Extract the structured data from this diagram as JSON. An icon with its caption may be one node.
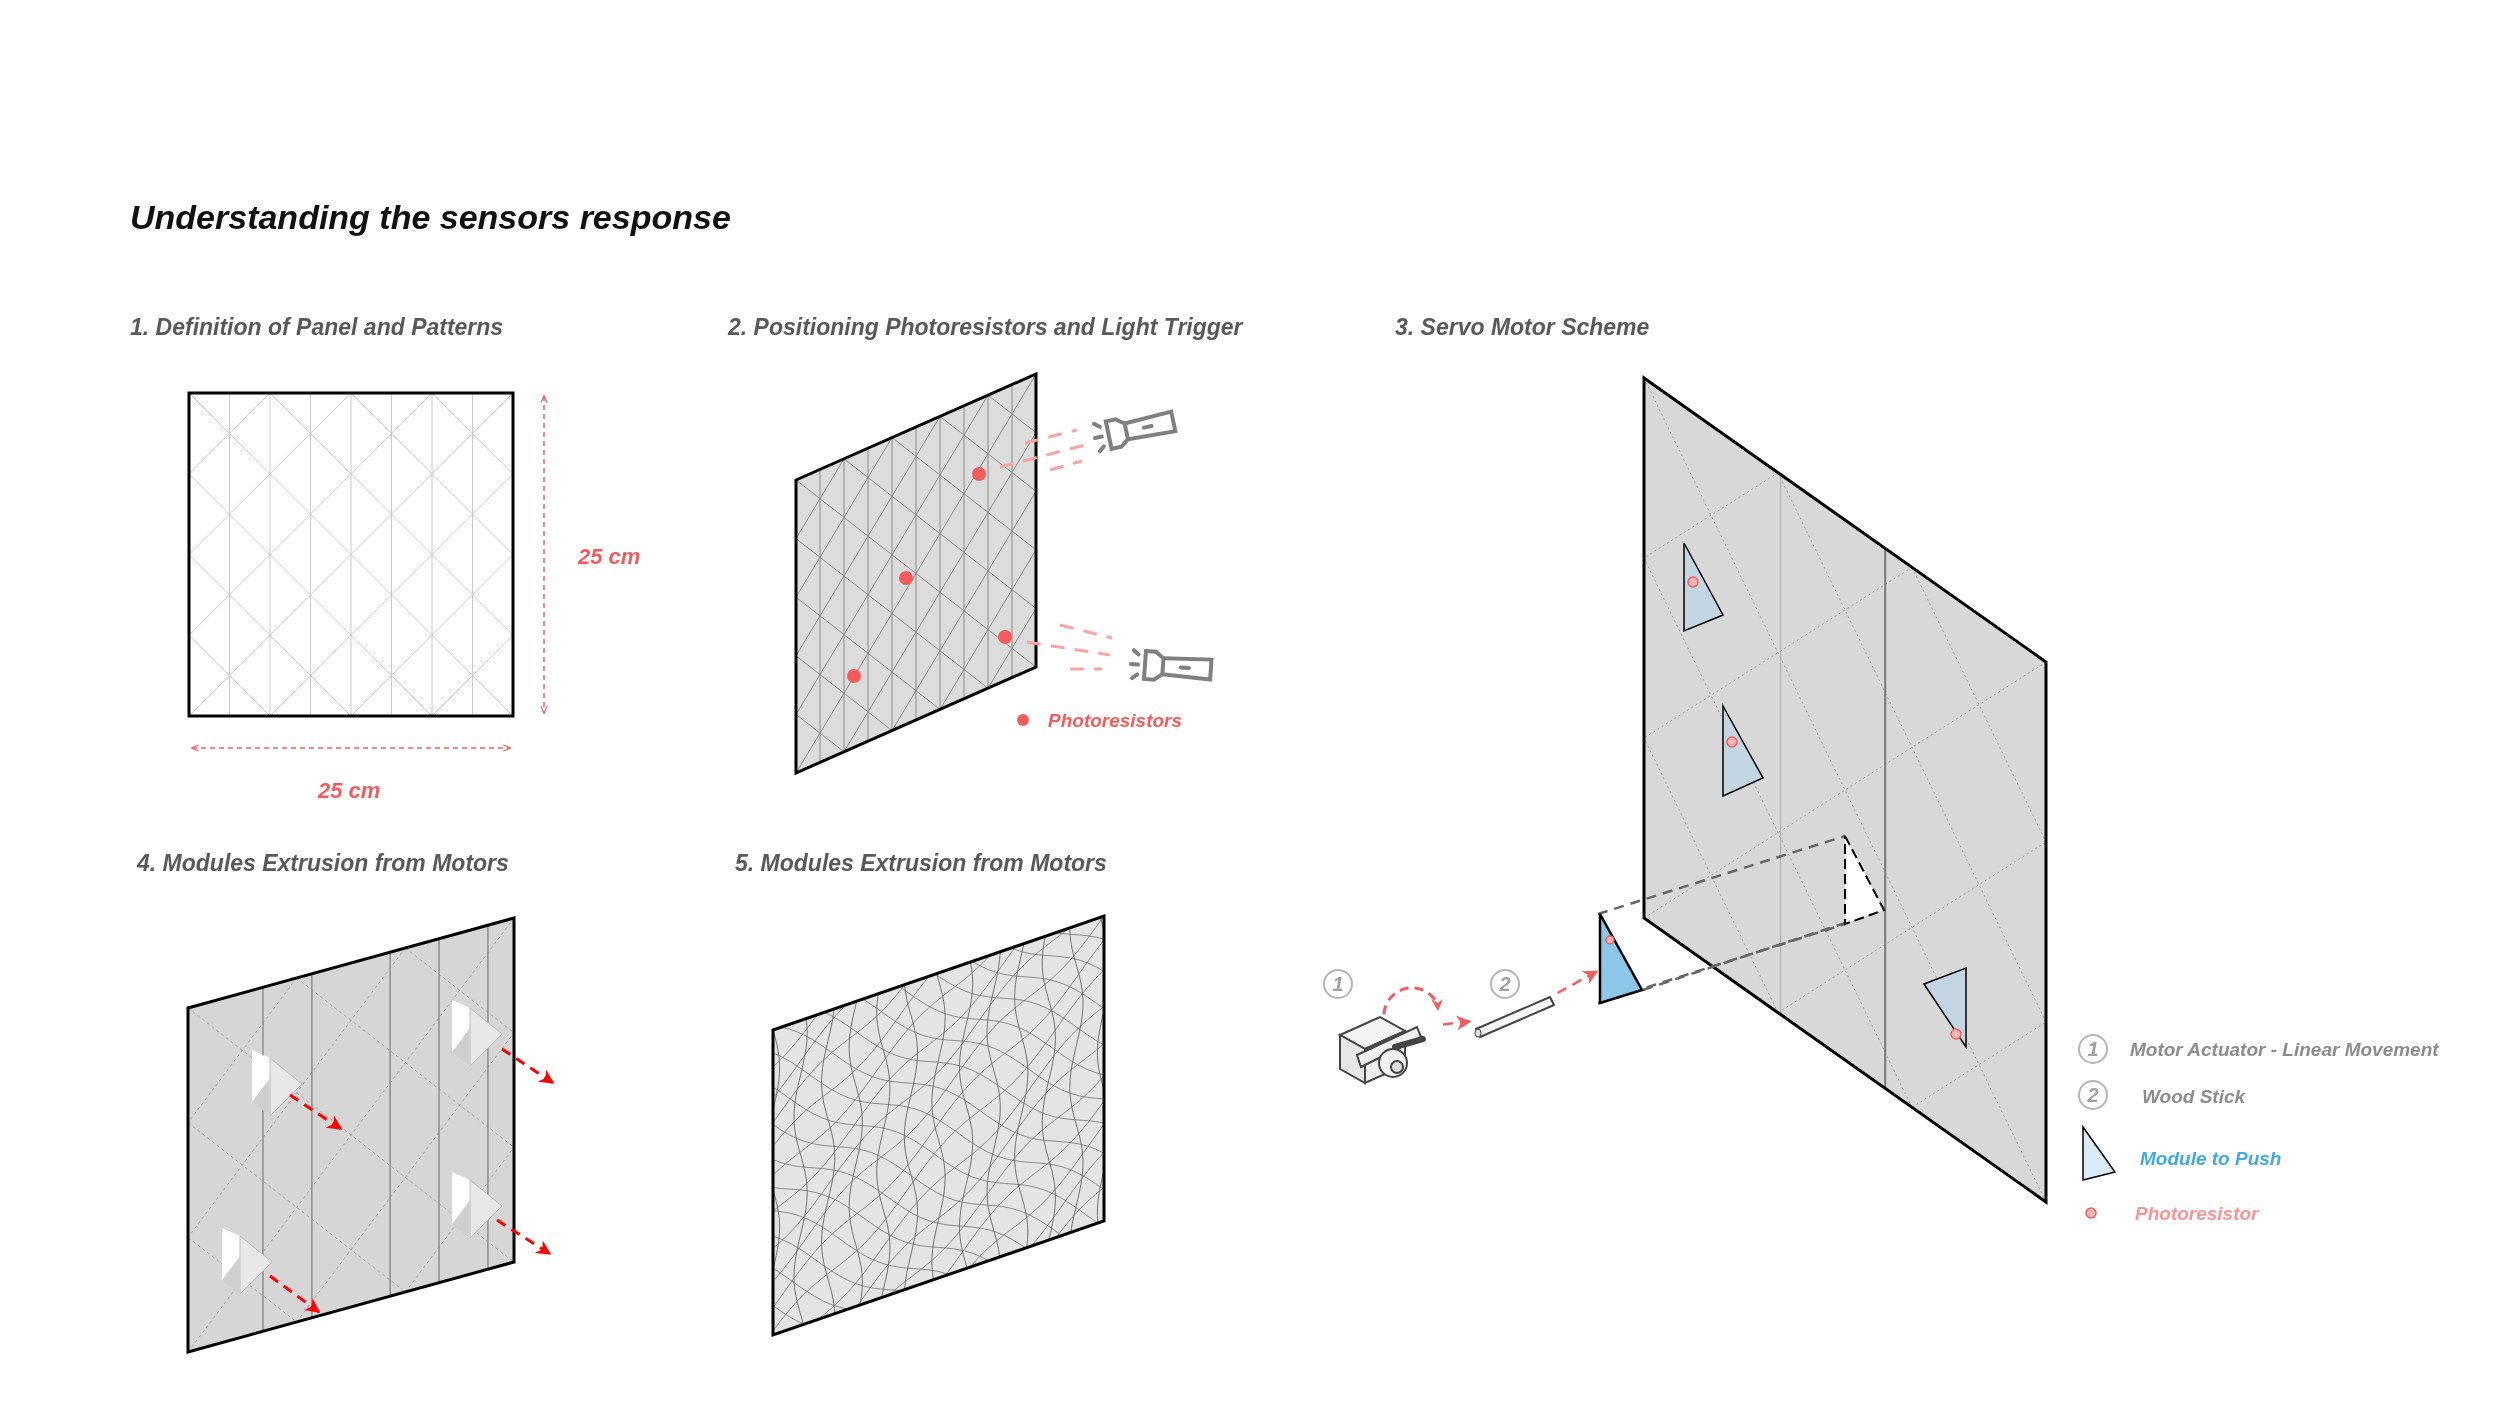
{
  "diagram": {
    "title": "Understanding the sensors response",
    "nodes": [
      {
        "text": [],
        "shape": "picture"
      },
      {
        "text": [],
        "shape": "picture"
      },
      {
        "text": [],
        "shape": "triangle"
      },
      {
        "text": [],
        "shape": "opening"
      }
    ],
    "edges": [
      {
        "from": 0,
        "to": 1,
        "arrow": "to",
        "style": "dashed",
        "color": "#f25c5c"
      },
      {
        "from": 1,
        "to": 2,
        "arrow": "to",
        "style": "dashed",
        "color": "#f25c5c"
      },
      {
        "from": 2,
        "to": 3,
        "arrow": "none",
        "style": "dashed",
        "color": "#666666"
      },
      {
        "from": 2,
        "to": 3,
        "arrow": "none",
        "style": "dashed",
        "color": "#666666"
      },
      {
        "from": 2,
        "to": 3,
        "arrow": "none",
        "style": "dashed",
        "color": "#666666"
      }
    ],
    "labels": [
      "1. Definition of Panel and Patterns",
      "2. Positioning Photoresistors and Light Trigger",
      "3. Servo Motor Scheme",
      "25 cm",
      "25 cm",
      "4. Modules Extrusion from Motors",
      "5. Modules Extrusion from Motors",
      "1",
      "2",
      "1",
      "2"
    ],
    "legend": [
      {
        "text": "Photoresistors",
        "color": "#f25c5c"
      },
      {
        "text": "Motor Actuator - Linear Movement"
      },
      {
        "text": "Wood Stick"
      },
      {
        "text": "Module to Push"
      },
      {
        "text": "Photoresistor"
      }
    ]
  }
}
